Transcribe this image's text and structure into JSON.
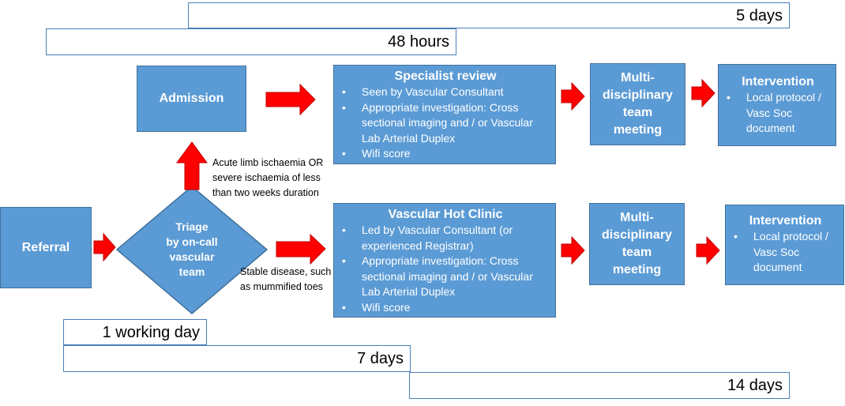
{
  "timelines": {
    "five_days": "5 days",
    "forty_eight_hours": "48 hours",
    "one_working_day": "1 working day",
    "seven_days": "7 days",
    "fourteen_days": "14 days"
  },
  "referral": {
    "label": "Referral"
  },
  "triage": {
    "lines": [
      "Triage",
      "by on-call",
      "vascular",
      "team"
    ]
  },
  "urgent_criteria": {
    "lines": [
      "Acute limb ischaemia OR",
      "severe ischaemia of less",
      "than two weeks duration"
    ]
  },
  "stable_criteria": {
    "lines": [
      "Stable disease, such",
      "as mummified toes"
    ]
  },
  "admission": {
    "label": "Admission"
  },
  "specialist_review": {
    "title": "Specialist review",
    "items": [
      "Seen by Vascular Consultant",
      "Appropriate investigation: Cross sectional imaging and / or Vascular Lab Arterial Duplex",
      "Wifi score"
    ]
  },
  "hot_clinic": {
    "title": "Vascular Hot Clinic",
    "items": [
      "Led by Vascular Consultant (or experienced Registrar)",
      "Appropriate investigation: Cross sectional imaging and / or Vascular Lab Arterial Duplex",
      "Wifi score"
    ]
  },
  "mdt_upper": {
    "lines": [
      "Multi-",
      "disciplinary",
      "team",
      "meeting"
    ]
  },
  "mdt_lower": {
    "lines": [
      "Multi-",
      "disciplinary",
      "team",
      "meeting"
    ]
  },
  "intervention_upper": {
    "title": "Intervention",
    "items": [
      "Local protocol / Vasc Soc document"
    ]
  },
  "intervention_lower": {
    "title": "Intervention",
    "items": [
      "Local protocol / Vasc Soc document"
    ]
  },
  "colors": {
    "box_fill": "#5b9bd5",
    "box_border": "#41719c",
    "arrow_fill": "#ff0000",
    "arrow_border": "#c00000",
    "timeline_border": "#4a7ebb"
  }
}
